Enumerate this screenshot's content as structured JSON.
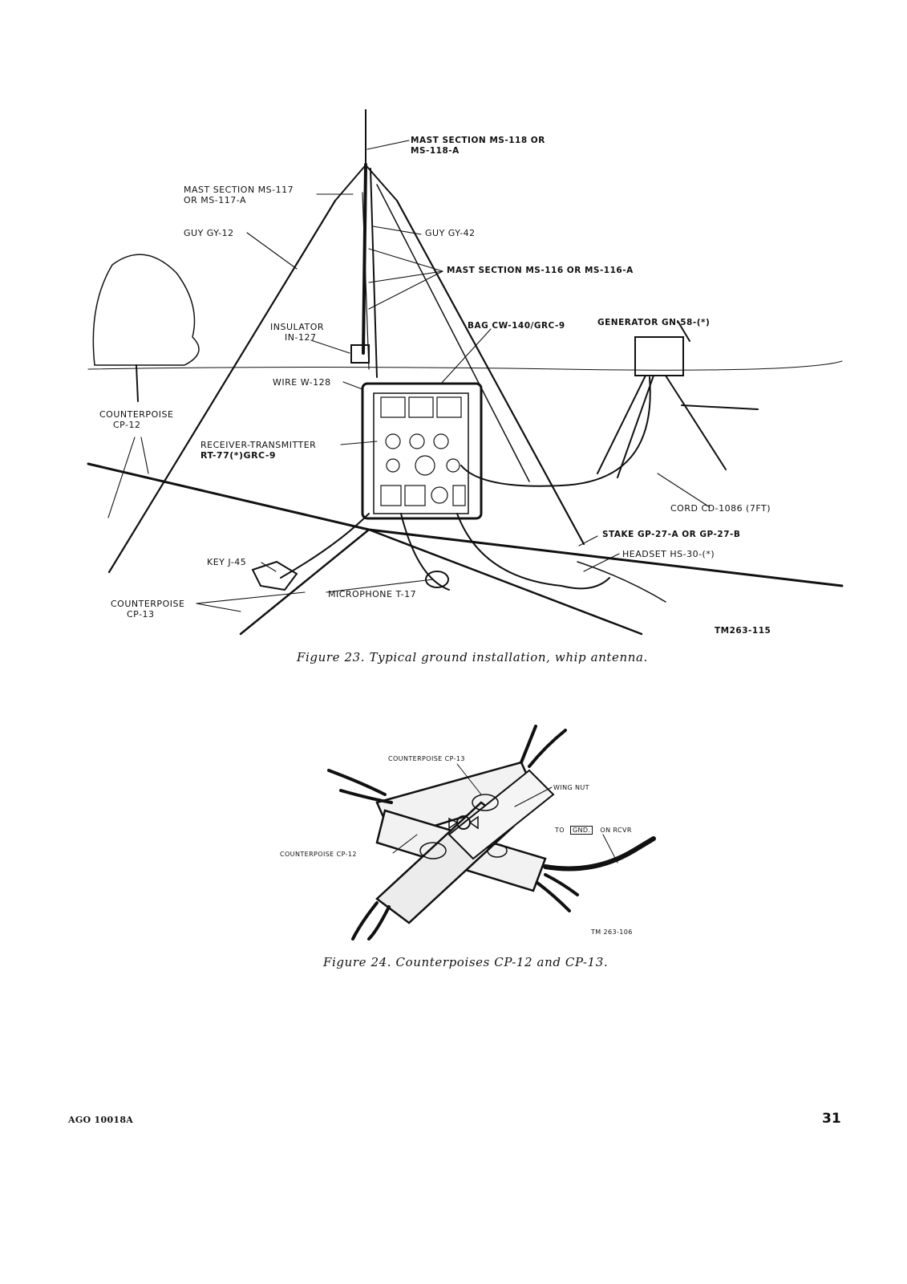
{
  "figure23": {
    "caption": "Figure 23. Typical ground installation, whip antenna.",
    "code": "TM263-115",
    "labels": {
      "mast_118_line1": "MAST SECTION MS-118 OR",
      "mast_118_line2": "MS-118-A",
      "mast_117_line1": "MAST SECTION MS-117",
      "mast_117_line2": "OR MS-117-A",
      "guy_gy12": "GUY GY-12",
      "guy_gy42": "GUY GY-42",
      "mast_116": "MAST SECTION MS-116 OR MS-116-A",
      "insulator_line1": "INSULATOR",
      "insulator_line2": "IN-127",
      "bag": "BAG CW-140/GRC-9",
      "generator": "GENERATOR GN-58-(*)",
      "wire": "WIRE W-128",
      "cp12_line1": "COUNTERPOISE",
      "cp12_line2": "CP-12",
      "rt_line1": "RECEIVER-TRANSMITTER",
      "rt_line2": "RT-77(*)GRC-9",
      "cord": "CORD CD-1086 (7FT)",
      "stake": "STAKE GP-27-A OR GP-27-B",
      "headset": "HEADSET HS-30-(*)",
      "key": "KEY J-45",
      "cp13_line1": "COUNTERPOISE",
      "cp13_line2": "CP-13",
      "microphone": "MICROPHONE T-17"
    }
  },
  "figure24": {
    "caption": "Figure 24. Counterpoises CP-12 and CP-13.",
    "code": "TM 263-106",
    "labels": {
      "cp13": "COUNTERPOISE CP-13",
      "wing_nut": "WING NUT",
      "to": "TO",
      "gnd": "GND.",
      "on_rcvr": "ON RCVR",
      "cp12": "COUNTERPOISE CP-12"
    }
  },
  "footer": {
    "ago": "AGO 10018A",
    "page_number": "31"
  }
}
